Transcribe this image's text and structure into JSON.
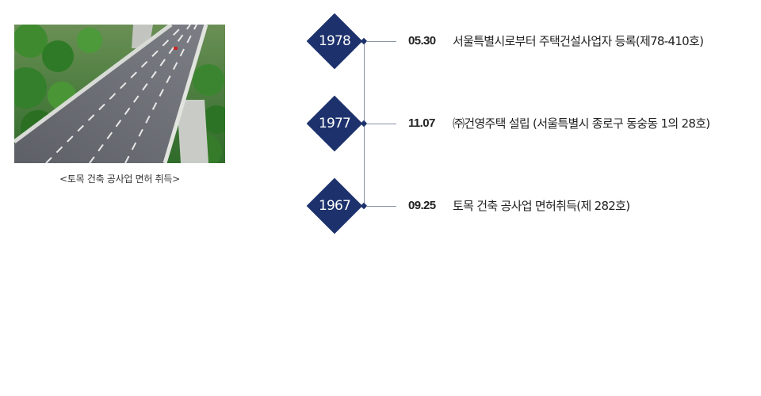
{
  "photo": {
    "caption": "<토목 건축 공사업 면허 취득>"
  },
  "timeline": [
    {
      "year": "1978",
      "date": "05.30",
      "text": "서울특별시로부터 주택건설사업자 등록(제78-410호)"
    },
    {
      "year": "1977",
      "date": "11.07",
      "text": "㈜건영주택 설립 (서울특별시 종로구 동숭동 1의 28호)"
    },
    {
      "year": "1967",
      "date": "09.25",
      "text": "토목 건축 공사업 면허취득(제 282호)"
    }
  ],
  "colors": {
    "diamond": "#1d326d",
    "line": "#8892a8"
  }
}
